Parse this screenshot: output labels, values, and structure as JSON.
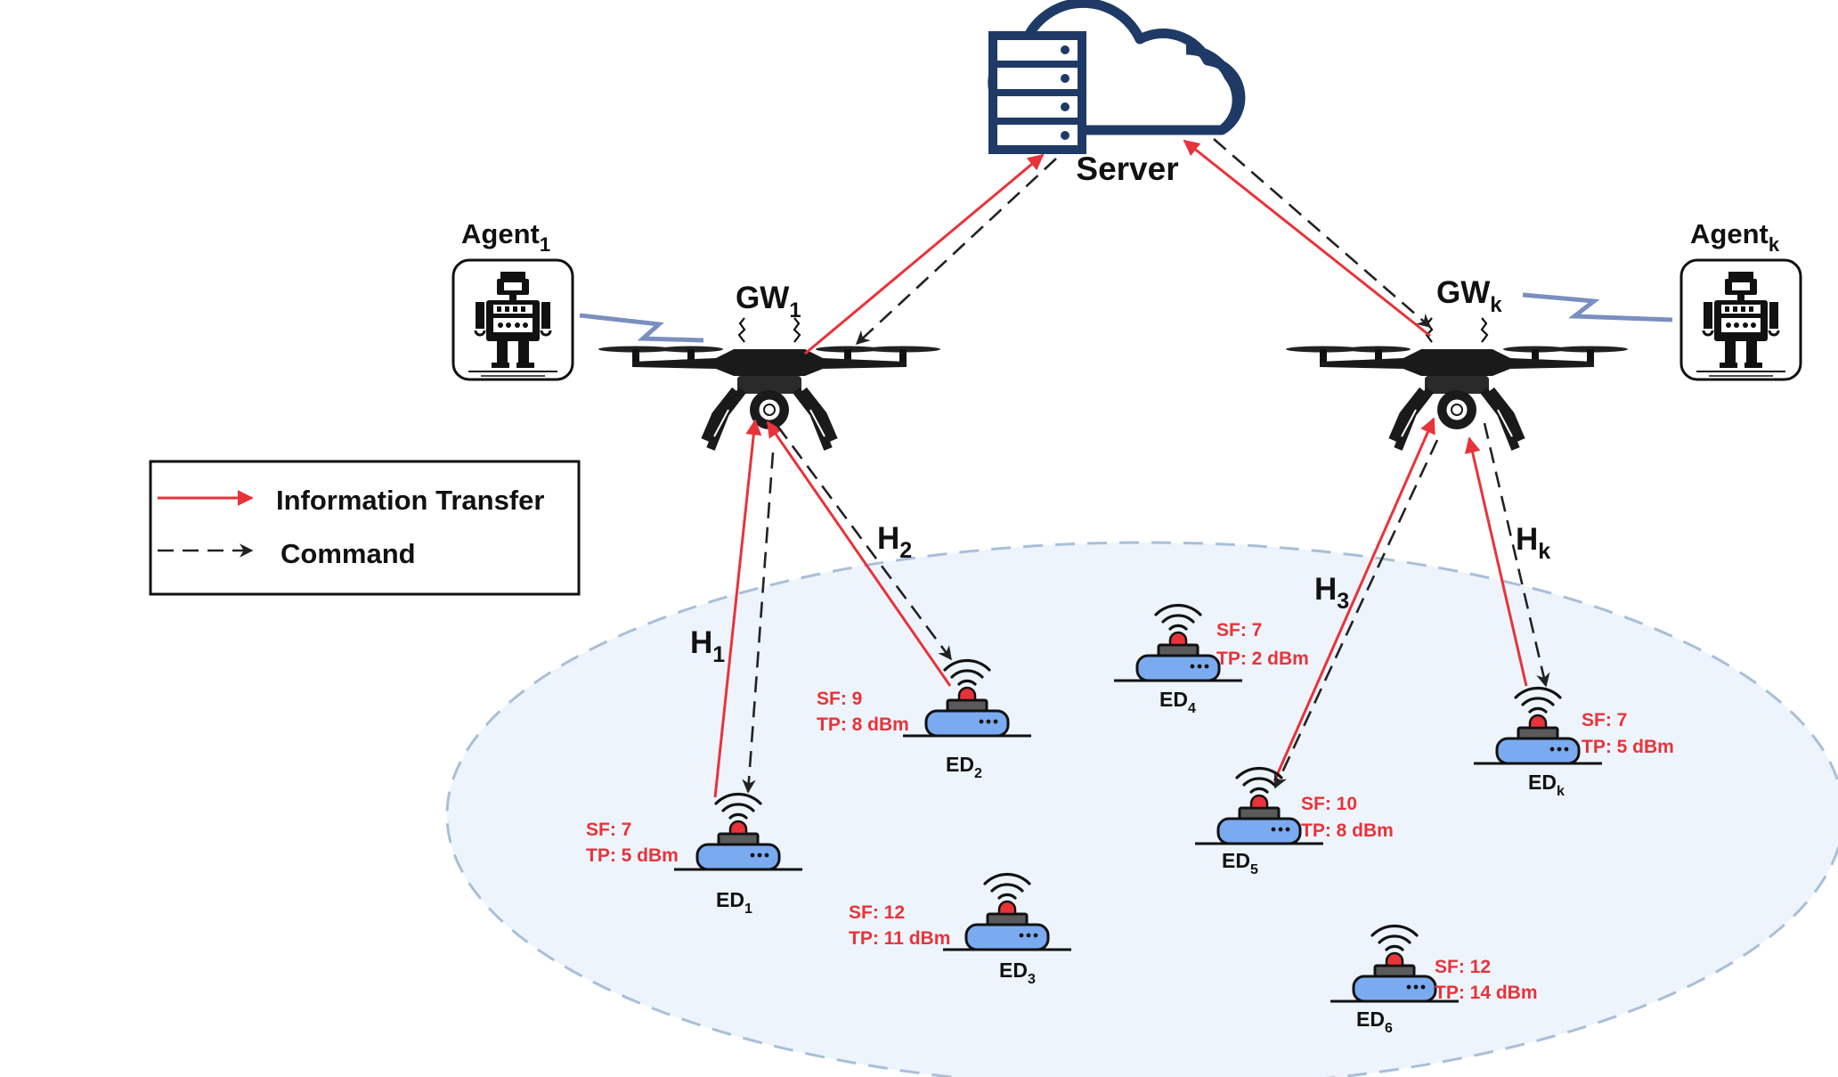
{
  "server": {
    "label": "Server"
  },
  "gateways": [
    {
      "id": "gw1",
      "label": "GW",
      "sub": "1"
    },
    {
      "id": "gwk",
      "label": "GW",
      "sub": "k"
    }
  ],
  "agents": [
    {
      "id": "agent1",
      "label": "Agent",
      "sub": "1"
    },
    {
      "id": "agentk",
      "label": "Agent",
      "sub": "k"
    }
  ],
  "legend": {
    "info_label": "Information Transfer",
    "command_label": "Command"
  },
  "links": [
    {
      "id": "h1",
      "label": "H",
      "sub": "1"
    },
    {
      "id": "h2",
      "label": "H",
      "sub": "2"
    },
    {
      "id": "h3",
      "label": "H",
      "sub": "3"
    },
    {
      "id": "hk",
      "label": "H",
      "sub": "k"
    }
  ],
  "devices": [
    {
      "id": "ed1",
      "label": "ED",
      "sub": "1",
      "sf": "SF: 7",
      "tp": "TP: 5 dBm"
    },
    {
      "id": "ed2",
      "label": "ED",
      "sub": "2",
      "sf": "SF: 9",
      "tp": "TP: 8 dBm"
    },
    {
      "id": "ed3",
      "label": "ED",
      "sub": "3",
      "sf": "SF: 12",
      "tp": "TP: 11 dBm"
    },
    {
      "id": "ed4",
      "label": "ED",
      "sub": "4",
      "sf": "SF: 7",
      "tp": "TP: 2 dBm"
    },
    {
      "id": "ed5",
      "label": "ED",
      "sub": "5",
      "sf": "SF: 10",
      "tp": "TP: 8 dBm"
    },
    {
      "id": "ed6",
      "label": "ED",
      "sub": "6",
      "sf": "SF: 12",
      "tp": "TP: 14 dBm"
    },
    {
      "id": "edk",
      "label": "ED",
      "sub": "k",
      "sf": "SF: 7",
      "tp": "TP: 5 dBm"
    }
  ],
  "colors": {
    "info": "#e8333a",
    "command": "#222222",
    "coverage_fill": "#edf4fc",
    "coverage_stroke": "#a9bfd8",
    "device_body": "#7aaaf0",
    "server_blue": "#1f3a66",
    "wireless_link": "#7a8fc0"
  }
}
